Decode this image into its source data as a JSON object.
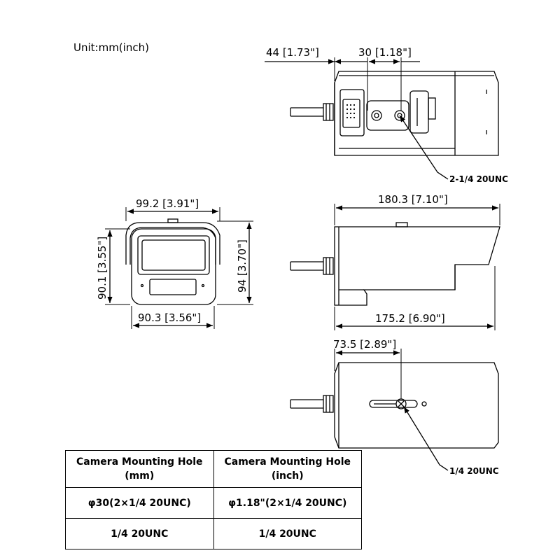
{
  "unit_label": "Unit:mm(inch)",
  "dimensions": {
    "top_offset_44": "44 [1.73\"]",
    "top_spacing_30": "30 [1.18\"]",
    "front_width_top": "99.2 [3.91\"]",
    "front_width_bottom": "90.3 [3.56\"]",
    "front_height_left": "90.1 [3.55\"]",
    "front_height_right": "94 [3.70\"]",
    "side_length_top": "180.3 [7.10\"]",
    "side_length_bottom": "175.2 [6.90\"]",
    "bottom_offset": "73.5 [2.89\"]"
  },
  "callouts": {
    "top_mount": "2-1/4 20UNC",
    "bottom_mount": "1/4 20UNC"
  },
  "table": {
    "headers": [
      "Camera Mounting Hole\n(mm)",
      "Camera Mounting Hole\n(inch)"
    ],
    "rows": [
      [
        "φ30(2×1/4 20UNC)",
        "φ1.18\"(2×1/4 20UNC)"
      ],
      [
        "1/4 20UNC",
        "1/4 20UNC"
      ]
    ]
  },
  "colors": {
    "line": "#000000",
    "background": "#ffffff"
  }
}
